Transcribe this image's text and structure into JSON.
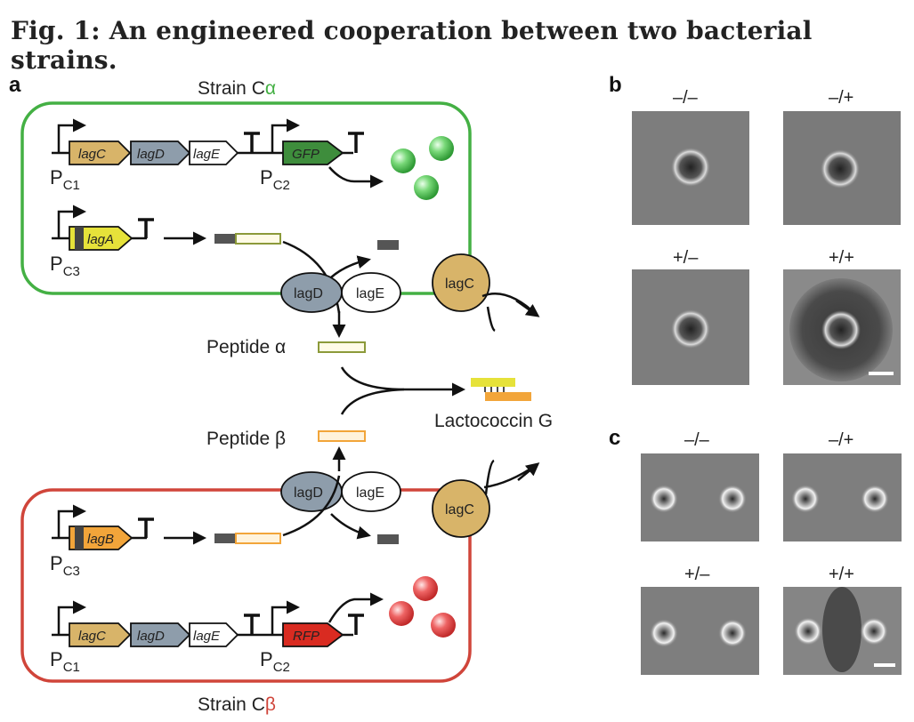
{
  "title": "Fig. 1: An engineered cooperation between two bacterial strains.",
  "panels": {
    "a": "a",
    "b": "b",
    "c": "c"
  },
  "strains": {
    "alpha": {
      "prefix": "Strain C",
      "greek": "α",
      "color": "#44b044"
    },
    "beta": {
      "prefix": "Strain C",
      "greek": "β",
      "color": "#d0453a"
    }
  },
  "genes": {
    "lagC": "lagC",
    "lagD": "lagD",
    "lagE": "lagE",
    "lagA": "lagA",
    "lagB": "lagB",
    "GFP": "GFP",
    "RFP": "RFP"
  },
  "promoters": {
    "c1": {
      "base": "P",
      "sub": "C1"
    },
    "c2": {
      "base": "P",
      "sub": "C2"
    },
    "c3": {
      "base": "P",
      "sub": "C3"
    }
  },
  "proteins": {
    "lagD": "lagD",
    "lagE": "lagE",
    "lagC": "lagC"
  },
  "peptides": {
    "alpha": "Peptide α",
    "beta": "Peptide β",
    "product": "Lactococcin G"
  },
  "conditions": {
    "mm": "–/–",
    "mp": "–/+",
    "pm": "+/–",
    "pp": "+/+"
  },
  "colors": {
    "lagC": "#d8b469",
    "lagD": "#8e9dab",
    "lagE": "#ffffff",
    "lagA": "#e6e23a",
    "lagB": "#f2a53a",
    "GFP": "#3e8d3c",
    "RFP": "#d92b21",
    "peptideA": "#8c9a3a",
    "peptideB": "#f2a53a",
    "ptag": "#555555"
  }
}
